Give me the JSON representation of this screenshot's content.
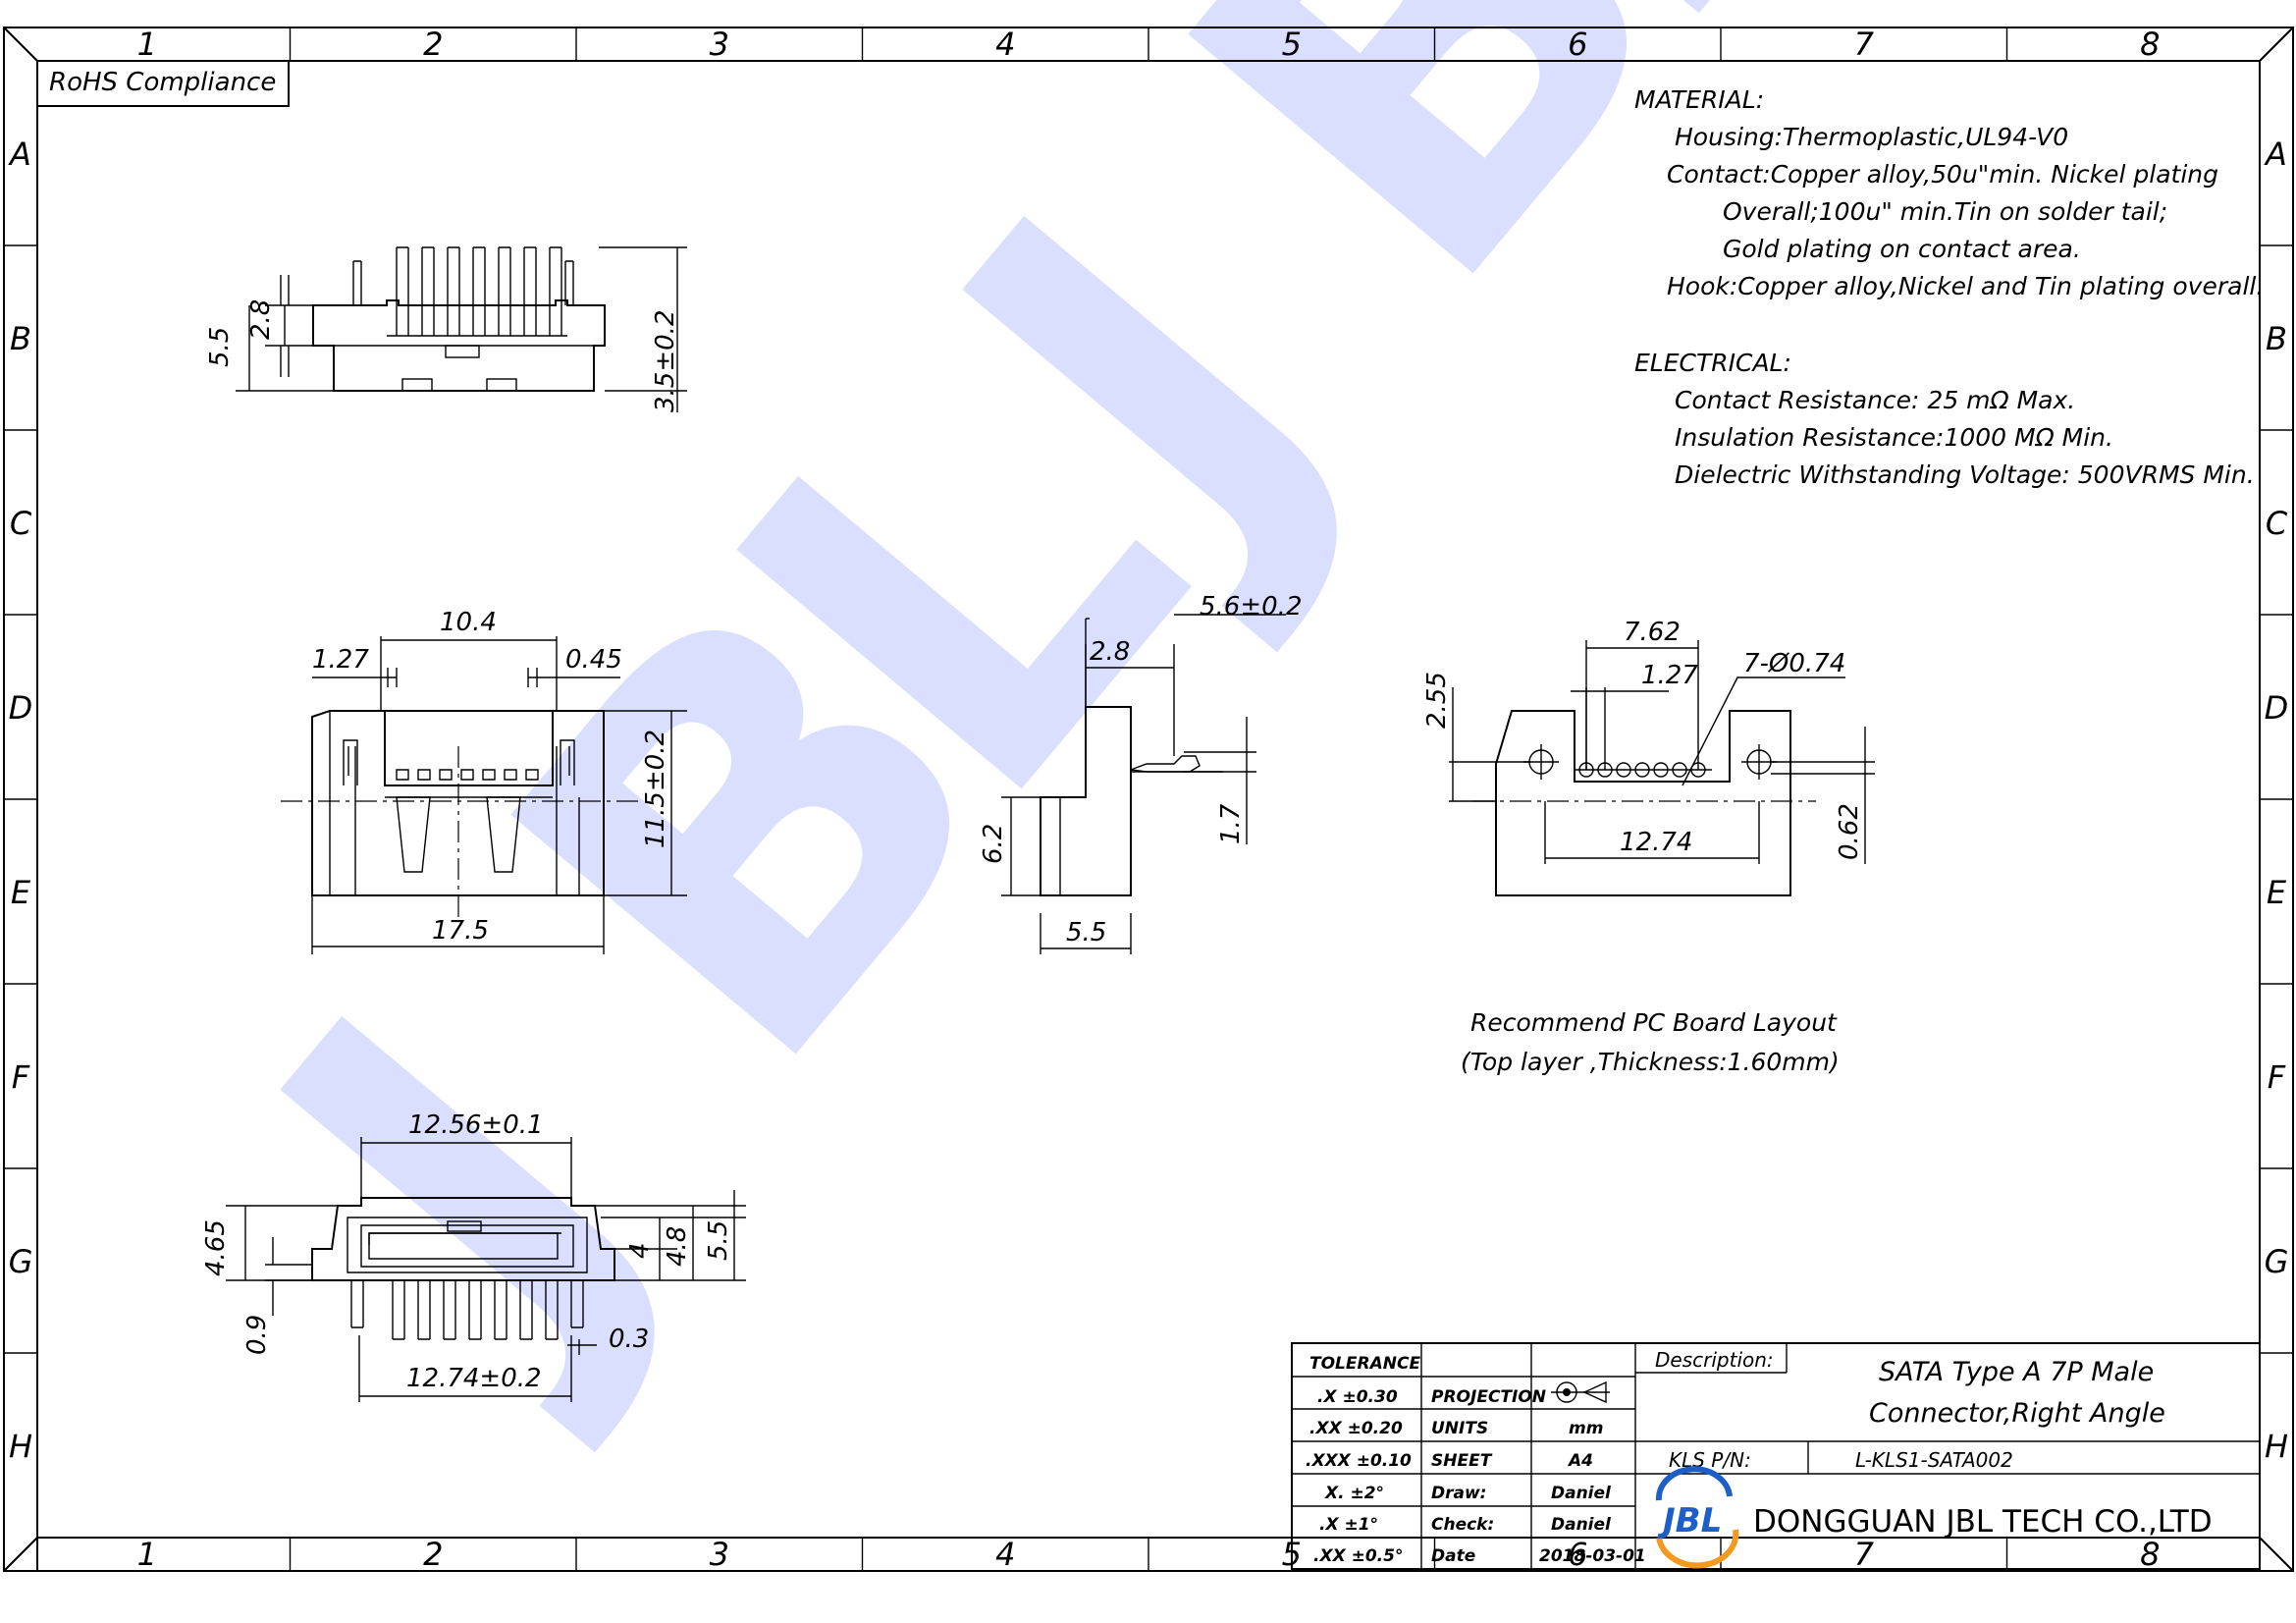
{
  "colors": {
    "ink": "#000000",
    "watermark": "#1f3bff",
    "logo_blue": "#1d5fc8",
    "logo_orange": "#f39a1e",
    "paper": "#ffffff"
  },
  "frame": {
    "columns": [
      "1",
      "2",
      "3",
      "4",
      "5",
      "6",
      "7",
      "8"
    ],
    "rows": [
      "A",
      "B",
      "C",
      "D",
      "E",
      "F",
      "G",
      "H"
    ]
  },
  "rohs": "RoHS Compliance",
  "watermark": {
    "letters": [
      "J",
      "B",
      "L",
      "J",
      "B",
      "L"
    ]
  },
  "specs": {
    "material_title": "MATERIAL:",
    "material_lines": [
      "Housing:Thermoplastic,UL94-V0",
      "Contact:Copper alloy,50u\"min. Nickel plating",
      "Overall;100u\" min.Tin on solder tail;",
      "Gold plating on contact area.",
      "Hook:Copper alloy,Nickel and Tin plating overall."
    ],
    "electrical_title": "ELECTRICAL:",
    "electrical_lines": [
      "Contact Resistance: 25 mΩ  Max.",
      "Insulation Resistance:1000 MΩ Min.",
      "Dielectric Withstanding Voltage: 500VRMS Min."
    ]
  },
  "dimensions": {
    "top_view": {
      "d1": "5.5",
      "d2": "2.8",
      "d3": "3.5±0.2"
    },
    "front_view": {
      "d1": "10.4",
      "d2": "1.27",
      "d3": "0.45",
      "d4": "11.5±0.2",
      "d5": "17.5"
    },
    "side_view": {
      "d1": "5.6±0.2",
      "d2": "2.8",
      "d3": "6.2",
      "d4": "1.7",
      "d5": "5.5"
    },
    "pcb_view": {
      "d1": "7.62",
      "d2": "1.27",
      "d3": "7-Ø0.74",
      "d4": "2.55",
      "d5": "12.74",
      "d6": "0.62"
    },
    "bottom_view": {
      "d1": "12.56±0.1",
      "d2": "4.65",
      "d3": "0.9",
      "d4": "4",
      "d5": "4.8",
      "d6": "5.5",
      "d7": "0.3",
      "d8": "12.74±0.2"
    }
  },
  "pcb_caption": {
    "line1": "Recommend PC Board Layout",
    "line2": "(Top layer ,Thickness:1.60mm)"
  },
  "title_block": {
    "tolerance_header": "TOLERANCE",
    "tolerances": [
      ".X   ±0.30",
      ".XX   ±0.20",
      ".XXX   ±0.10",
      "X.   ±2°",
      ".X   ±1°",
      ".XX   ±0.5°"
    ],
    "fields": [
      {
        "label": "PROJECTION",
        "value": ""
      },
      {
        "label": "UNITS",
        "value": "mm"
      },
      {
        "label": "SHEET",
        "value": "A4"
      },
      {
        "label": "Draw:",
        "value": "Daniel"
      },
      {
        "label": "Check:",
        "value": "Daniel"
      },
      {
        "label": "Date",
        "value": "2018-03-01"
      }
    ],
    "description_label": "Description:",
    "description_line1": "SATA Type A 7P Male",
    "description_line2": "Connector,Right Angle",
    "pn_label": "KLS P/N:",
    "pn_value": "L-KLS1-SATA002",
    "logo_text": "JBL",
    "company": "DONGGUAN JBL TECH CO.,LTD"
  }
}
